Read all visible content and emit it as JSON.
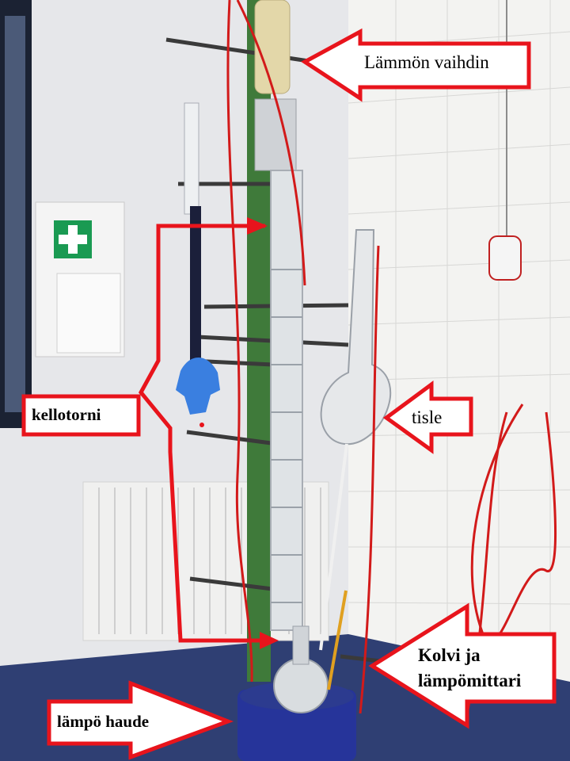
{
  "annotations": {
    "heat_exchanger": "Lämmön vaihdin",
    "bell_tower": "kellotorni",
    "distillate": "tisle",
    "flask_and_thermometer_line1": "Kolvi ja",
    "flask_and_thermometer_line2": "lämpömittari",
    "heating_bath": "lämpö haude"
  },
  "colors": {
    "arrow_outline": "#e8141c",
    "arrow_fill": "#ffffff",
    "wall": "#f3f3f1",
    "floor": "#2f3f73",
    "rack": "#3f7a3a",
    "tubing": "#d21a1a",
    "glove": "#3a7fe0",
    "heater": "#26349a"
  }
}
